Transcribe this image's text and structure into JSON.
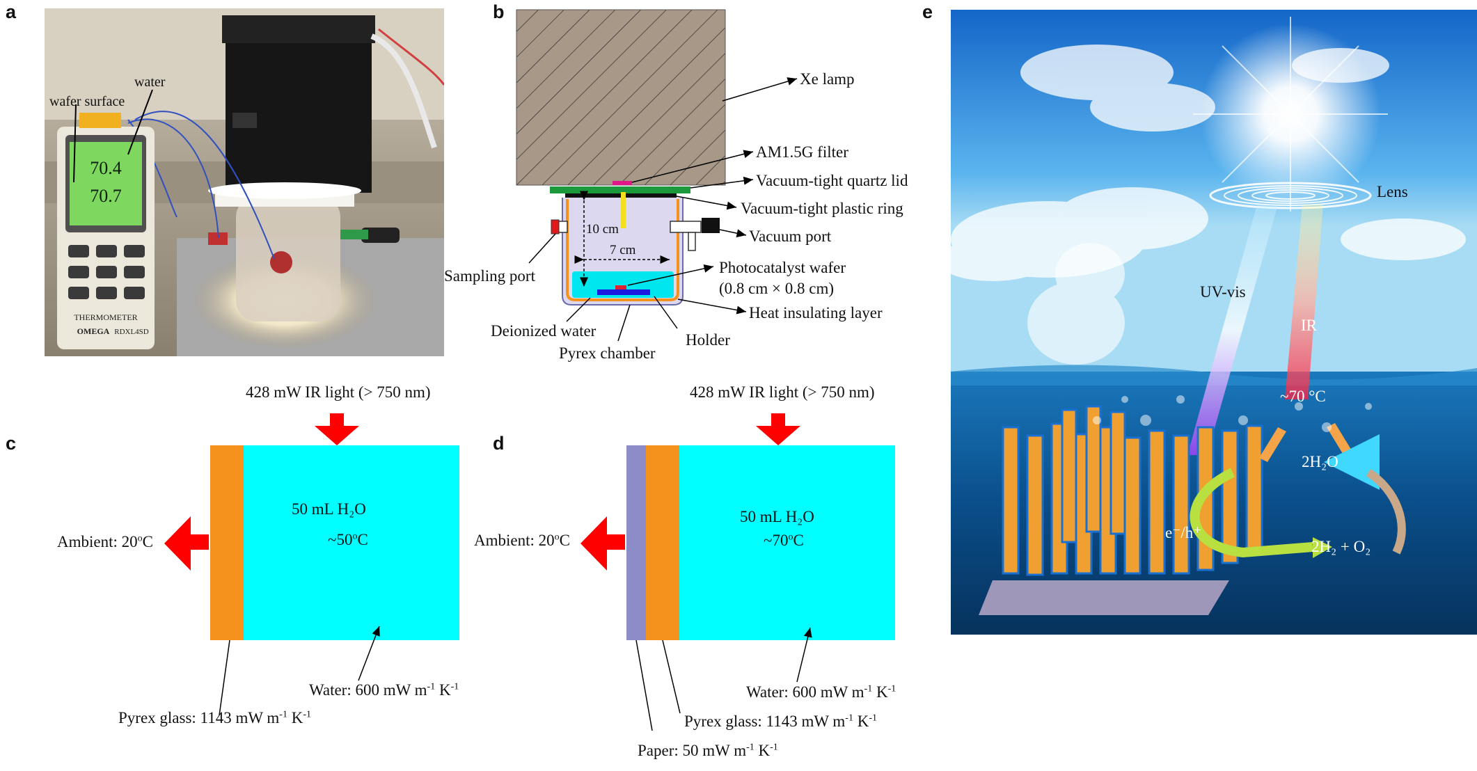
{
  "panels": {
    "a": "a",
    "b": "b",
    "c": "c",
    "d": "d",
    "e": "e"
  },
  "panel_a": {
    "wafer_surface": "wafer surface",
    "water": "water",
    "display_top": "70.4",
    "display_bottom": "70.7",
    "brand": "OMEGA",
    "model": "RDXL4SD",
    "device": "THERMOMETER"
  },
  "panel_b": {
    "xe_lamp": "Xe lamp",
    "filter": "AM1.5G filter",
    "quartz_lid": "Vacuum-tight quartz lid",
    "plastic_ring": "Vacuum-tight plastic ring",
    "height": "10 cm",
    "vacuum_port": "Vacuum port",
    "width": "7 cm",
    "sampling_port": "Sampling port",
    "wafer_line1": "Photocatalyst wafer",
    "wafer_line2": "(0.8 cm × 0.8 cm)",
    "insulating": "Heat insulating layer",
    "deionized": "Deionized water",
    "holder": "Holder",
    "pyrex_chamber": "Pyrex chamber"
  },
  "panel_c": {
    "ir_light": "428 mW IR light (> 750 nm)",
    "volume": "50 mL H₂O",
    "temp_prefix": "~50",
    "temp_sup": "o",
    "temp_unit": "C",
    "ambient_prefix": "Ambient: 20",
    "ambient_sup": "o",
    "ambient_unit": "C",
    "water_cond": "Water: 600 mW m",
    "water_exp1": "-1",
    "water_k": " K",
    "water_exp2": "-1",
    "glass_cond": "Pyrex glass: 1143 mW m",
    "glass_exp1": "-1",
    "glass_k": " K",
    "glass_exp2": "-1"
  },
  "panel_d": {
    "ir_light": "428 mW IR light (> 750 nm)",
    "volume": "50 mL H₂O",
    "temp_prefix": "~70",
    "temp_sup": "o",
    "temp_unit": "C",
    "ambient_prefix": "Ambient: 20",
    "ambient_sup": "o",
    "ambient_unit": "C",
    "water_cond": "Water: 600 mW m",
    "water_exp1": "-1",
    "water_k": " K",
    "water_exp2": "-1",
    "glass_cond": "Pyrex glass: 1143 mW m",
    "glass_exp1": "-1",
    "glass_k": " K",
    "glass_exp2": "-1",
    "paper_cond": "Paper: 50 mW m",
    "paper_exp1": "-1",
    "paper_k": " K",
    "paper_exp2": "-1"
  },
  "panel_e": {
    "lens": "Lens",
    "uv_vis": "UV-vis",
    "ir": "IR",
    "temp": "~70 °C",
    "water": "2H₂O",
    "carriers": "e⁻/h⁺",
    "products": "2H₂ + O₂"
  },
  "colors": {
    "water_box": "#00ffff",
    "pyrex": "#f5921e",
    "paper": "#8c8cc8",
    "arrow_red": "#ff0000",
    "lamp": "#a89888",
    "lid_green": "#1a9a3a"
  }
}
